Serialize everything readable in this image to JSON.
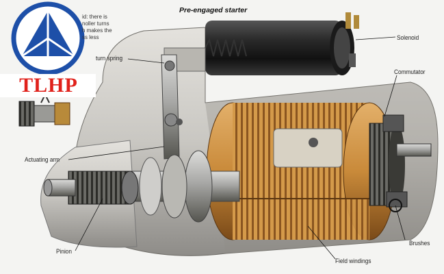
{
  "title": "Pre-engaged starter",
  "note_text": "id: there is\nnoller turns\nh makes the\nss less",
  "logo": {
    "text": "TLHP",
    "ring_color": "#1d4fa8",
    "triangle_color": "#1d4fa8",
    "text_color": "#e0211b"
  },
  "labels": {
    "solenoid": "Solenoid",
    "return_spring": "turn spring",
    "commutator": "Commutator",
    "actuating_arm": "Actuating arm",
    "pinion": "Pinion",
    "brushes": "Brushes",
    "field_windings": "Field windings"
  },
  "colors": {
    "background": "#f4f4f2",
    "housing": "#c9c7c2",
    "solenoid_body": "#2a2a2a",
    "copper": "#c98a3a",
    "copper_dark": "#7a4a18",
    "steel": "#9a9a98"
  }
}
